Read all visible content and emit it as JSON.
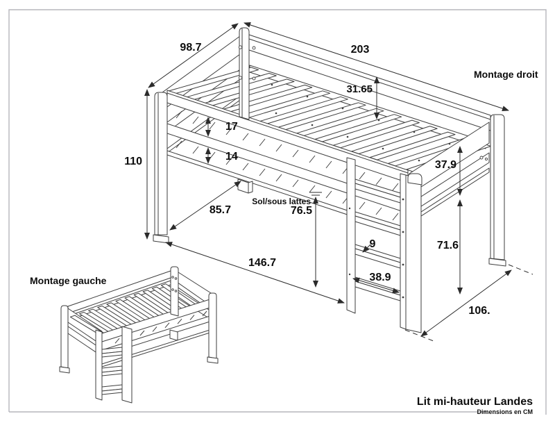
{
  "document": {
    "type": "furniture assembly dimension drawing",
    "units": "cm"
  },
  "colors": {
    "line": "#3e3e3e",
    "dim": "#2b2b2b",
    "txt": "#0d0d0d",
    "frame": "#b5b5bc",
    "bg": "#ffffff"
  },
  "labels": {
    "view_right": "Montage droit",
    "view_left": "Montage gauche",
    "under_slats": "Sol/sous lattes"
  },
  "dims": {
    "width": "98.7",
    "length": "203",
    "height": "110",
    "rail_above_slats": "31.65",
    "gap_guardrail": "17",
    "gap_lower_rail": "14",
    "foot_panel_height": "37.9",
    "clear_width_under": "85.7",
    "floor_to_slats": "76.5",
    "clear_length_under": "146.7",
    "rung_depth": "9",
    "rung_width": "38.9",
    "clear_height_under": "71.6",
    "footprint_depth": "106."
  },
  "footer": {
    "product": "Lit mi-hauteur Landes",
    "units": "Dimensions en CM"
  }
}
